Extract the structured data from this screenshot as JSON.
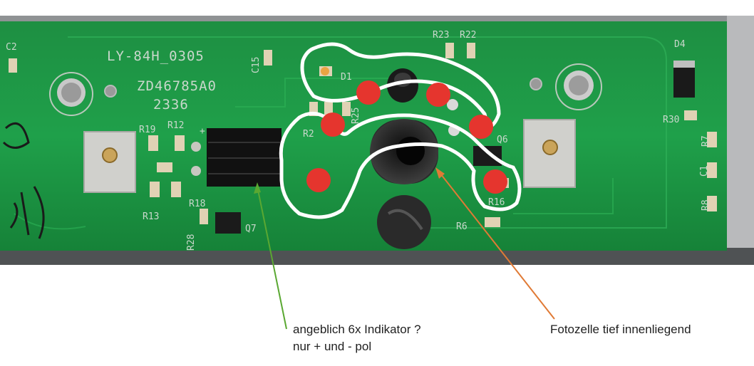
{
  "pcb": {
    "model": "LY-84H_0305",
    "code": "ZD46785A0",
    "date": "2336",
    "refs": {
      "c2": "C2",
      "c15": "C15",
      "d1": "D1",
      "d4": "D4",
      "r23": "R23",
      "r22": "R22",
      "r25": "R25",
      "r2": "R2",
      "r19": "R19",
      "r12": "R12",
      "r13": "R13",
      "r18": "R18",
      "r28": "R28",
      "q7": "Q7",
      "q6": "Q6",
      "r16": "R16",
      "r6": "R6",
      "r30": "R30",
      "r7": "R7",
      "c1": "C1",
      "r8": "R8",
      "plus": "+"
    }
  },
  "annotations": {
    "indicator_line1": "angeblich 6x Indikator ?",
    "indicator_line2": "nur + und -  pol",
    "photocell": "Fotozelle tief innenliegend"
  },
  "colors": {
    "pcb_green": "#1d9a45",
    "marker_red": "#e5352e",
    "outline_white": "#ffffff",
    "arrow_green": "#5aa832",
    "arrow_orange": "#e07a35"
  }
}
